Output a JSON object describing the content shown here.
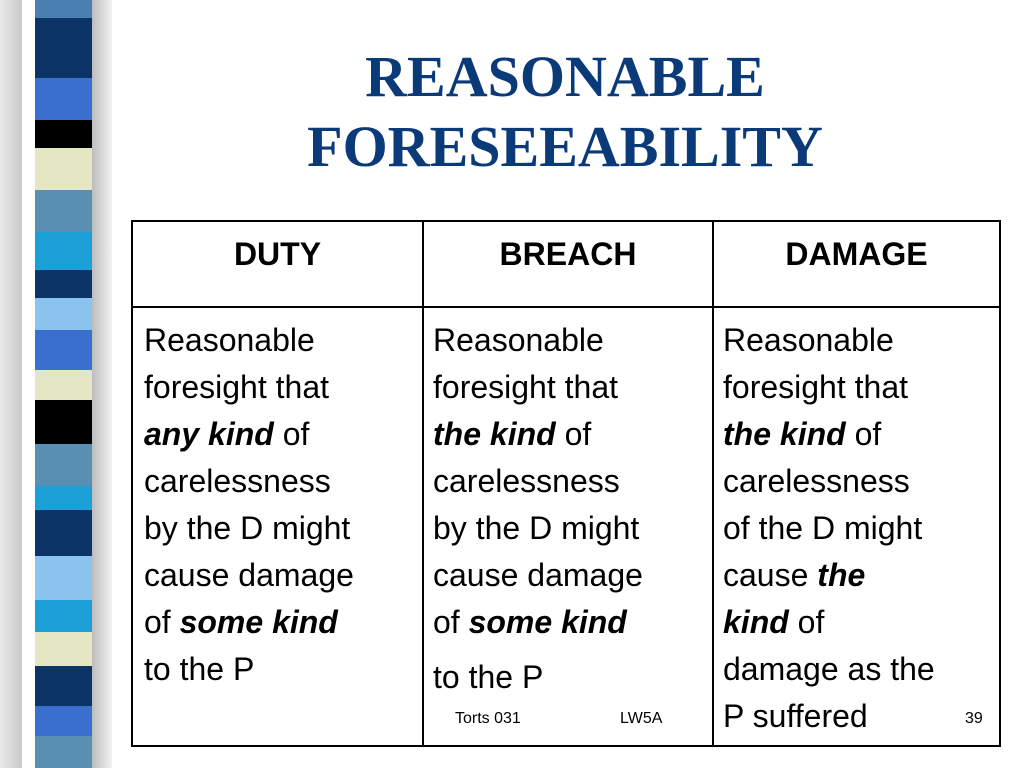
{
  "title": {
    "line1": "REASONABLE",
    "line2": "FORESEEABILITY"
  },
  "colors": {
    "title": "#0b3a78"
  },
  "table": {
    "headers": {
      "duty": "DUTY",
      "breach": "BREACH",
      "damage": "DAMAGE"
    },
    "duty": {
      "l1": "Reasonable",
      "l2": "foresight that",
      "l3a": "any kind",
      "l3b": " of",
      "l4": "carelessness",
      "l5": "by the D might",
      "l6": "cause damage",
      "l7a": "of ",
      "l7b": "some kind",
      "l8": "to the P"
    },
    "breach": {
      "l1": "Reasonable",
      "l2": "foresight that",
      "l3a": "the kind",
      "l3b": " of",
      "l4": "carelessness",
      "l5": "by the D might",
      "l6": "cause damage",
      "l7a": "of ",
      "l7b": "some kind",
      "l8": "to the P"
    },
    "damage": {
      "l1": "Reasonable",
      "l2": "foresight that",
      "l3a": "the kind",
      "l3b": " of",
      "l4": "carelessness",
      "l5": "of the D might",
      "l6a": "cause ",
      "l6b": "the",
      "l7a": "kind",
      "l7b": " of",
      "l8": "damage as the",
      "l9": "P suffered"
    }
  },
  "footer": {
    "course": "Torts 031",
    "code": "LW5A",
    "page": "39"
  }
}
